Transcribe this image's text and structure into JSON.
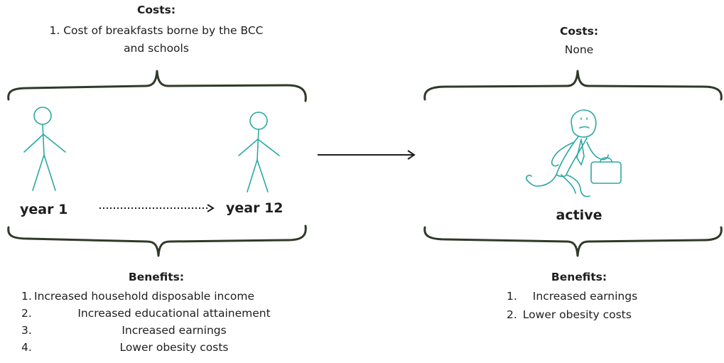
{
  "left": {
    "costs_heading": "Costs:",
    "costs_text_line1": "1. Cost of breakfasts borne by the BCC",
    "costs_text_line2": "and schools",
    "start_label": "year 1",
    "end_label": "year 12",
    "benefits_heading": "Benefits:",
    "benefits": [
      {
        "num": "1.",
        "text": "Increased household disposable income"
      },
      {
        "num": "2.",
        "text": "Increased educational attainement"
      },
      {
        "num": "3.",
        "text": "Increased earnings"
      },
      {
        "num": "4.",
        "text": "Lower obesity costs"
      }
    ]
  },
  "right": {
    "costs_heading": "Costs:",
    "costs_text": "None",
    "figure_label": "active",
    "benefits_heading": "Benefits:",
    "benefits": [
      {
        "num": "1.",
        "text": "Increased earnings"
      },
      {
        "num": "2.",
        "text": "Lower obesity costs"
      }
    ]
  },
  "colors": {
    "figure": "#2ba8a5",
    "brace": "#2f3a28",
    "text": "#1e1e1e"
  }
}
